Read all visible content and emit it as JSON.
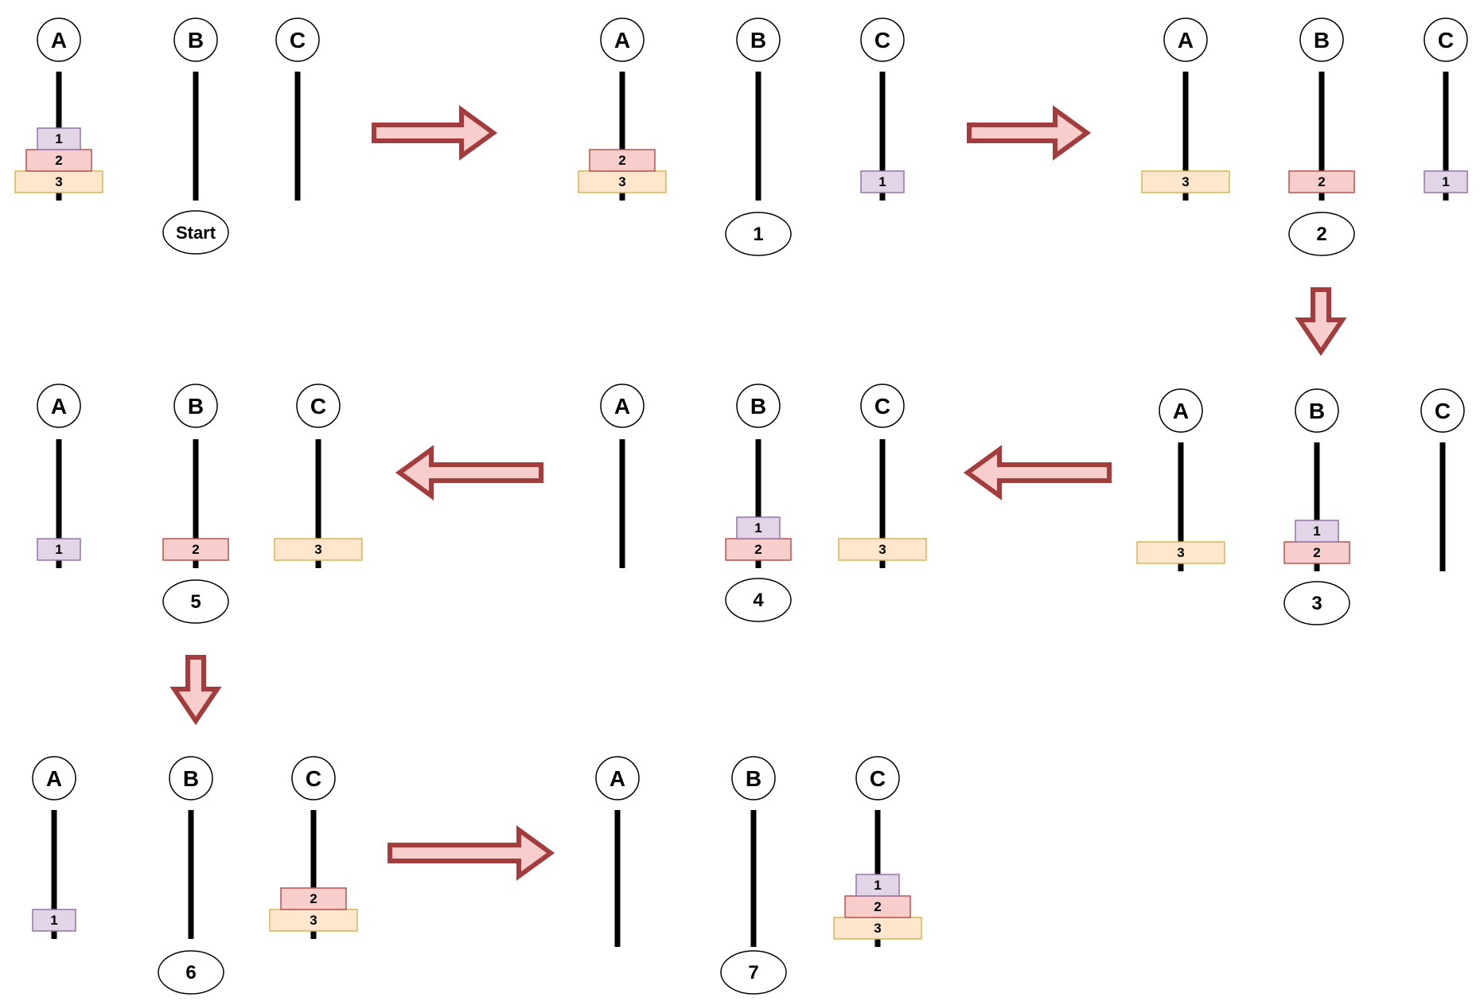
{
  "peg_labels": [
    "A",
    "B",
    "C"
  ],
  "colors": {
    "disk1_fill": "#e1d5e7",
    "disk1_stroke": "#9673a6",
    "disk2_fill": "#f8cecc",
    "disk2_stroke": "#b85450",
    "disk3_fill": "#ffe6cc",
    "disk3_stroke": "#d6b656",
    "arrow_fill": "#f8cecc",
    "arrow_stroke": "#a33d3d",
    "peg": "#000000"
  },
  "steps": [
    {
      "label": "Start",
      "pegs": [
        [
          "3",
          "2",
          "1"
        ],
        [],
        []
      ]
    },
    {
      "label": "1",
      "pegs": [
        [
          "3",
          "2"
        ],
        [],
        [
          "1"
        ]
      ]
    },
    {
      "label": "2",
      "pegs": [
        [
          "3"
        ],
        [
          "2"
        ],
        [
          "1"
        ]
      ]
    },
    {
      "label": "3",
      "pegs": [
        [
          "3"
        ],
        [
          "2",
          "1"
        ],
        []
      ]
    },
    {
      "label": "4",
      "pegs": [
        [],
        [
          "2",
          "1"
        ],
        [
          "3"
        ]
      ]
    },
    {
      "label": "5",
      "pegs": [
        [
          "1"
        ],
        [
          "2"
        ],
        [
          "3"
        ]
      ]
    },
    {
      "label": "6",
      "pegs": [
        [
          "1"
        ],
        [],
        [
          "3",
          "2"
        ]
      ]
    },
    {
      "label": "7",
      "pegs": [
        [],
        [],
        [
          "3",
          "2",
          "1"
        ]
      ]
    }
  ],
  "arrows": [
    {
      "from": "Start",
      "to": "1",
      "direction": "right"
    },
    {
      "from": "1",
      "to": "2",
      "direction": "right"
    },
    {
      "from": "2",
      "to": "3",
      "direction": "down"
    },
    {
      "from": "3",
      "to": "4",
      "direction": "left"
    },
    {
      "from": "4",
      "to": "5",
      "direction": "left"
    },
    {
      "from": "5",
      "to": "6",
      "direction": "down"
    },
    {
      "from": "6",
      "to": "7",
      "direction": "right"
    }
  ]
}
